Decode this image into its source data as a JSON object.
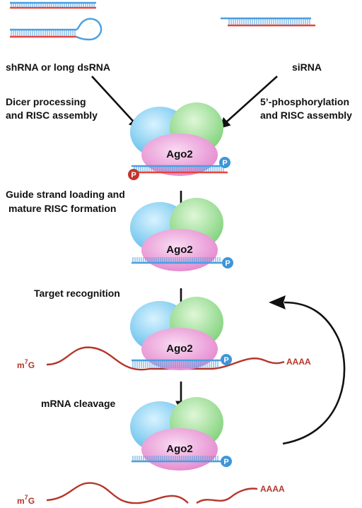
{
  "labels": {
    "shrna": "shRNA or long dsRNA",
    "sirna": "siRNA",
    "dicer_line1": "Dicer processing",
    "dicer_line2": "and RISC assembly",
    "phos_line1": "5’-phosphorylation",
    "phos_line2": "and RISC assembly",
    "guide_line1": "Guide strand loading and",
    "guide_line2": "mature RISC formation",
    "target": "Target recognition",
    "cleavage": "mRNA cleavage"
  },
  "protein_label": "Ago2",
  "phosphate_label": "P",
  "mrna": {
    "cap_m": "m",
    "cap_sup": "7",
    "cap_g": "G",
    "polya": "AAAA"
  },
  "colors": {
    "guide_strand": "#4a9fe0",
    "passenger_strand": "#e8453c",
    "mrna": "#b5362b",
    "ago2": "#e88ad2",
    "domain_cyan": "#6cc4ef",
    "domain_green": "#8ed98a",
    "phosphate_blue": "#3f95d8",
    "phosphate_red": "#c3352b",
    "arrow": "#111111"
  }
}
